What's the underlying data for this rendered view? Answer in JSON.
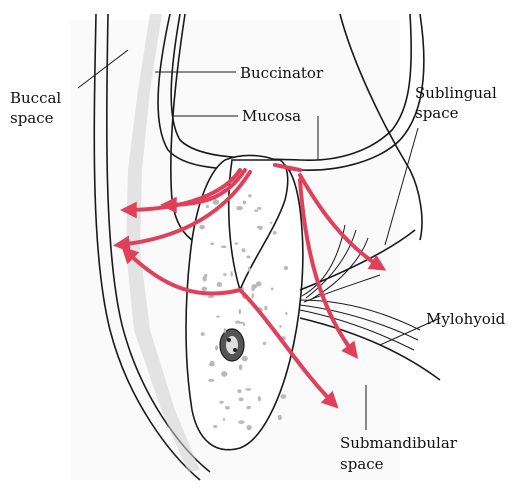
{
  "labels": {
    "buccal_space": [
      "Buccal",
      "space"
    ],
    "buccinator": "Buccinator",
    "mucosa": "Mucosa",
    "sublingual_space": [
      "Sublingual",
      "space"
    ],
    "mylohyoid": "Mylohyoid",
    "submandibular_space": [
      "Submandibular",
      "space"
    ]
  },
  "colors": {
    "arrow": "#e0405a",
    "outline": "#1a1a1a",
    "background": "#ffffff"
  }
}
